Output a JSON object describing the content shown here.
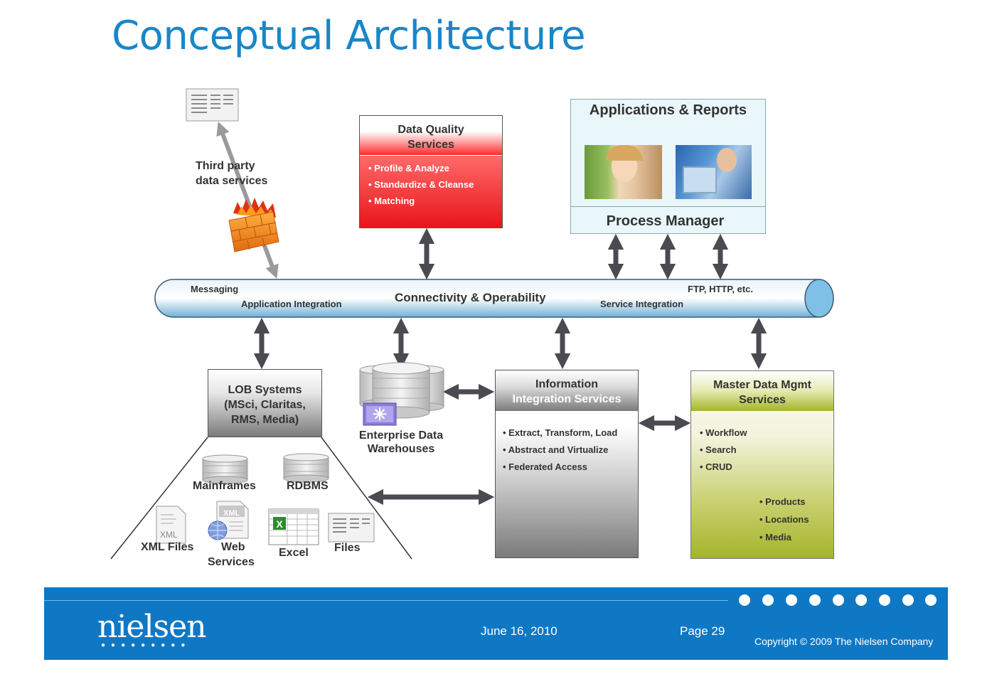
{
  "title": "Conceptual Architecture",
  "third_party": {
    "line1": "Third party",
    "line2": "data services"
  },
  "data_quality": {
    "title1": "Data Quality",
    "title2": "Services",
    "items": [
      "Profile & Analyze",
      "Standardize & Cleanse",
      "Matching"
    ]
  },
  "apps": {
    "title": "Applications & Reports",
    "process_manager": "Process Manager"
  },
  "bus": {
    "messaging": "Messaging",
    "app_integration": "Application Integration",
    "center": "Connectivity & Operability",
    "service_integration": "Service Integration",
    "protocols": "FTP, HTTP, etc."
  },
  "lob": {
    "line1": "LOB Systems",
    "line2": "(MSci, Claritas,",
    "line3": "RMS, Media)"
  },
  "sources": {
    "mainframes": "Mainframes",
    "rdbms": "RDBMS",
    "xml_files": "XML Files",
    "xml_badge": "XML",
    "web1": "Web",
    "web2": "Services",
    "excel": "Excel",
    "files": "Files"
  },
  "edw": {
    "line1": "Enterprise Data",
    "line2": "Warehouses"
  },
  "iis": {
    "title1": "Information",
    "title2": "Integration Services",
    "items": [
      "Extract, Transform, Load",
      "Abstract and Virtualize",
      "Federated Access"
    ]
  },
  "mdm": {
    "title1": "Master Data Mgmt",
    "title2": "Services",
    "items": [
      "Workflow",
      "Search",
      "CRUD"
    ],
    "db_items": [
      "Products",
      "Locations",
      "Media"
    ]
  },
  "footer": {
    "logo": "nielsen",
    "date": "June 16, 2010",
    "page": "Page 29",
    "copyright": "Copyright © 2009 The Nielsen Company"
  },
  "colors": {
    "accent": "#1a86c8",
    "footer_blue": "#0f78c5",
    "dq_red": "#e8141a",
    "mdm_green": "#a4b52a"
  }
}
